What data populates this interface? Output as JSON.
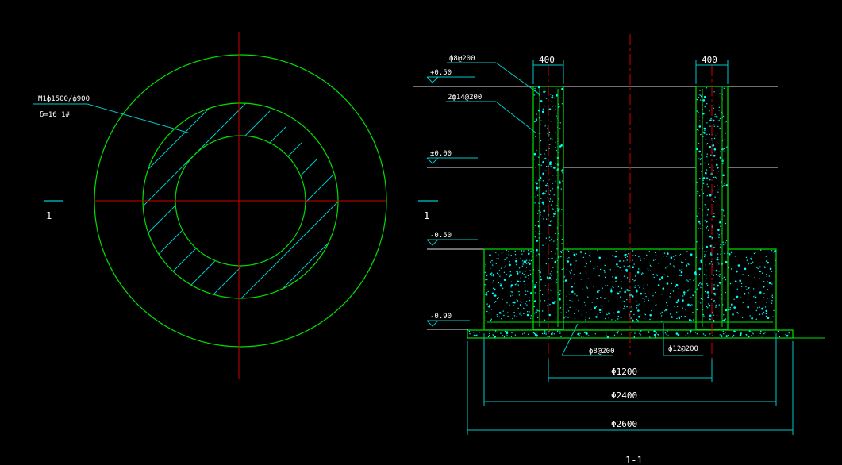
{
  "colors": {
    "background": "#000000",
    "outline": "#00e000",
    "centerline": "#d00000",
    "leader": "#00c8c8",
    "dimension": "#00c8c8",
    "datum": "#e0e0e0",
    "concrete_dot": "#00ffff",
    "text": "#ffffff"
  },
  "plan": {
    "pipe_label_1": "M1ф1500/ф900",
    "pipe_label_2": "δ=16  1#",
    "section_mark_left": "1",
    "section_mark_right": "1"
  },
  "section": {
    "title": "1-1",
    "wall_rebar_label": "ф8@200",
    "vert_rebar_label": "2ф14@200",
    "base_rebar_left": "ф8@200",
    "base_rebar_right": "ф12@200",
    "wall_width_left": "400",
    "wall_width_right": "400",
    "dim_inner": "Φ1200",
    "dim_middle": "Φ2400",
    "dim_outer": "Φ2600",
    "levels": [
      "+0.50",
      "±0.00",
      "-0.50",
      "-0.90"
    ]
  }
}
